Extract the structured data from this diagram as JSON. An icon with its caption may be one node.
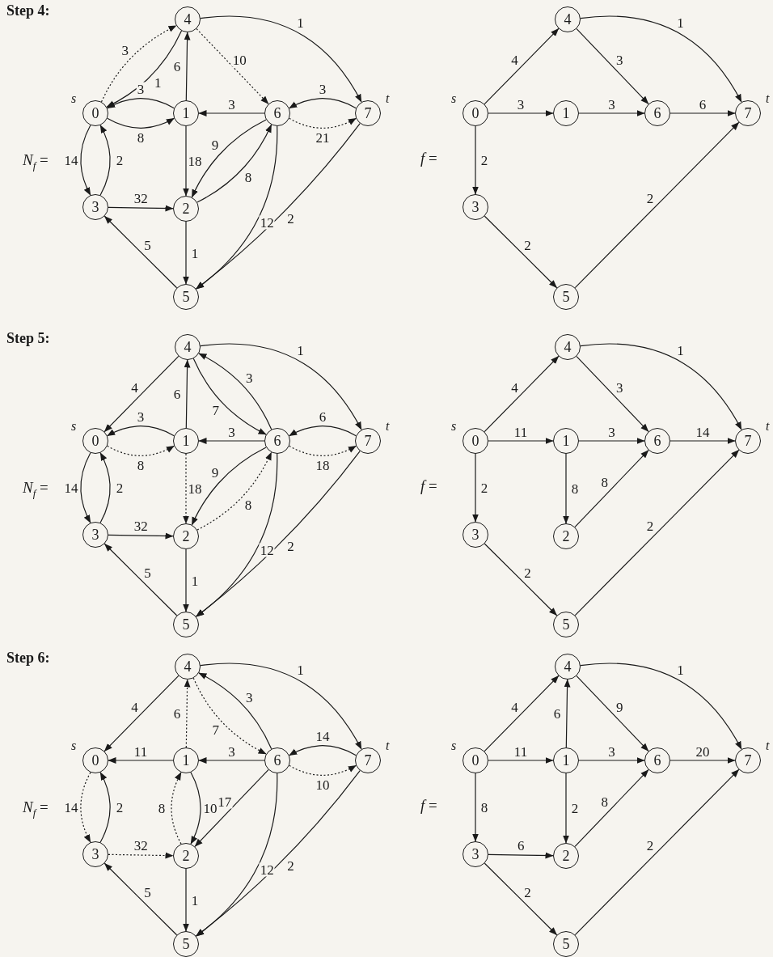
{
  "diagram": {
    "nodes": [
      {
        "text": [
          "4"
        ]
      },
      {
        "text": [
          "0"
        ],
        "beside": [
          "s"
        ]
      },
      {
        "text": [
          "1"
        ]
      },
      {
        "text": [
          "6"
        ]
      },
      {
        "text": [
          "7"
        ],
        "beside": [
          "t"
        ]
      },
      {
        "text": [
          "3"
        ]
      },
      {
        "text": [
          "2"
        ]
      },
      {
        "text": [
          "5"
        ]
      },
      {
        "text": [
          "4"
        ]
      },
      {
        "text": [
          "0"
        ],
        "beside": [
          "s"
        ]
      },
      {
        "text": [
          "1"
        ]
      },
      {
        "text": [
          "6"
        ]
      },
      {
        "text": [
          "7"
        ],
        "beside": [
          "t"
        ]
      },
      {
        "text": [
          "3"
        ]
      },
      {
        "text": [
          "5"
        ]
      },
      {
        "text": [
          "4"
        ]
      },
      {
        "text": [
          "0"
        ],
        "beside": [
          "s"
        ]
      },
      {
        "text": [
          "1"
        ]
      },
      {
        "text": [
          "6"
        ]
      },
      {
        "text": [
          "7"
        ],
        "beside": [
          "t"
        ]
      },
      {
        "text": [
          "3"
        ]
      },
      {
        "text": [
          "2"
        ]
      },
      {
        "text": [
          "5"
        ]
      },
      {
        "text": [
          "4"
        ]
      },
      {
        "text": [
          "0"
        ],
        "beside": [
          "s"
        ]
      },
      {
        "text": [
          "1"
        ]
      },
      {
        "text": [
          "6"
        ]
      },
      {
        "text": [
          "7"
        ],
        "beside": [
          "t"
        ]
      },
      {
        "text": [
          "3"
        ]
      },
      {
        "text": [
          "2"
        ]
      },
      {
        "text": [
          "5"
        ]
      },
      {
        "text": [
          "4"
        ]
      },
      {
        "text": [
          "0"
        ],
        "beside": [
          "s"
        ]
      },
      {
        "text": [
          "1"
        ]
      },
      {
        "text": [
          "6"
        ]
      },
      {
        "text": [
          "7"
        ],
        "beside": [
          "t"
        ]
      },
      {
        "text": [
          "3"
        ]
      },
      {
        "text": [
          "2"
        ]
      },
      {
        "text": [
          "5"
        ]
      },
      {
        "text": [
          "4"
        ]
      },
      {
        "text": [
          "0"
        ],
        "beside": [
          "s"
        ]
      },
      {
        "text": [
          "1"
        ]
      },
      {
        "text": [
          "6"
        ]
      },
      {
        "text": [
          "7"
        ],
        "beside": [
          "t"
        ]
      },
      {
        "text": [
          "3"
        ]
      },
      {
        "text": [
          "2"
        ]
      },
      {
        "text": [
          "5"
        ]
      }
    ],
    "edges": [
      {
        "from": 0,
        "to": 4,
        "arrow": "to",
        "label": "1"
      },
      {
        "from": 1,
        "to": 0,
        "arrow": "to",
        "label": "3",
        "style": "dashed"
      },
      {
        "from": 0,
        "to": 1,
        "arrow": "to",
        "label": "1"
      },
      {
        "from": 2,
        "to": 0,
        "arrow": "to",
        "label": "6"
      },
      {
        "from": 0,
        "to": 3,
        "arrow": "to",
        "label": "10",
        "style": "dashed"
      },
      {
        "from": 2,
        "to": 1,
        "arrow": "to",
        "label": "3"
      },
      {
        "from": 1,
        "to": 2,
        "arrow": "to",
        "label": "8"
      },
      {
        "from": 3,
        "to": 2,
        "arrow": "to",
        "label": "3"
      },
      {
        "from": 4,
        "to": 3,
        "arrow": "to",
        "label": "3"
      },
      {
        "from": 3,
        "to": 4,
        "arrow": "to",
        "label": "21",
        "style": "dashed"
      },
      {
        "from": 1,
        "to": 5,
        "arrow": "to",
        "label": "14"
      },
      {
        "from": 5,
        "to": 1,
        "arrow": "to",
        "label": "2"
      },
      {
        "from": 2,
        "to": 6,
        "arrow": "to",
        "label": "18"
      },
      {
        "from": 3,
        "to": 6,
        "arrow": "to",
        "label": "9"
      },
      {
        "from": 6,
        "to": 3,
        "arrow": "to",
        "label": "8"
      },
      {
        "from": 5,
        "to": 6,
        "arrow": "to",
        "label": "32"
      },
      {
        "from": 6,
        "to": 7,
        "arrow": "to",
        "label": "1"
      },
      {
        "from": 7,
        "to": 5,
        "arrow": "to",
        "label": "5"
      },
      {
        "from": 3,
        "to": 7,
        "arrow": "to",
        "label": "12"
      },
      {
        "from": 4,
        "to": 7,
        "arrow": "to",
        "label": "2"
      },
      {
        "from": 8,
        "to": 12,
        "arrow": "to",
        "label": "1"
      },
      {
        "from": 9,
        "to": 8,
        "arrow": "to",
        "label": "4"
      },
      {
        "from": 8,
        "to": 11,
        "arrow": "to",
        "label": "3"
      },
      {
        "from": 9,
        "to": 10,
        "arrow": "to",
        "label": "3"
      },
      {
        "from": 10,
        "to": 11,
        "arrow": "to",
        "label": "3"
      },
      {
        "from": 11,
        "to": 12,
        "arrow": "to",
        "label": "6"
      },
      {
        "from": 9,
        "to": 13,
        "arrow": "to",
        "label": "2"
      },
      {
        "from": 13,
        "to": 14,
        "arrow": "to",
        "label": "2"
      },
      {
        "from": 14,
        "to": 12,
        "arrow": "to",
        "label": "2"
      },
      {
        "from": 15,
        "to": 19,
        "arrow": "to",
        "label": "1"
      },
      {
        "from": 15,
        "to": 16,
        "arrow": "to",
        "label": "4"
      },
      {
        "from": 17,
        "to": 15,
        "arrow": "to",
        "label": "6"
      },
      {
        "from": 15,
        "to": 18,
        "arrow": "to",
        "label": "7"
      },
      {
        "from": 18,
        "to": 15,
        "arrow": "to",
        "label": "3"
      },
      {
        "from": 17,
        "to": 16,
        "arrow": "to",
        "label": "3"
      },
      {
        "from": 16,
        "to": 17,
        "arrow": "to",
        "label": "8",
        "style": "dashed"
      },
      {
        "from": 18,
        "to": 17,
        "arrow": "to",
        "label": "3"
      },
      {
        "from": 19,
        "to": 18,
        "arrow": "to",
        "label": "6"
      },
      {
        "from": 18,
        "to": 19,
        "arrow": "to",
        "label": "18",
        "style": "dashed"
      },
      {
        "from": 16,
        "to": 20,
        "arrow": "to",
        "label": "14"
      },
      {
        "from": 20,
        "to": 16,
        "arrow": "to",
        "label": "2"
      },
      {
        "from": 17,
        "to": 21,
        "arrow": "to",
        "label": "18",
        "style": "dashed"
      },
      {
        "from": 18,
        "to": 21,
        "arrow": "to",
        "label": "9"
      },
      {
        "from": 21,
        "to": 18,
        "arrow": "to",
        "label": "8",
        "style": "dashed"
      },
      {
        "from": 20,
        "to": 21,
        "arrow": "to",
        "label": "32"
      },
      {
        "from": 21,
        "to": 22,
        "arrow": "to",
        "label": "1"
      },
      {
        "from": 22,
        "to": 20,
        "arrow": "to",
        "label": "5"
      },
      {
        "from": 18,
        "to": 22,
        "arrow": "to",
        "label": "12"
      },
      {
        "from": 19,
        "to": 22,
        "arrow": "to",
        "label": "2"
      },
      {
        "from": 23,
        "to": 27,
        "arrow": "to",
        "label": "1"
      },
      {
        "from": 24,
        "to": 23,
        "arrow": "to",
        "label": "4"
      },
      {
        "from": 23,
        "to": 26,
        "arrow": "to",
        "label": "3"
      },
      {
        "from": 24,
        "to": 25,
        "arrow": "to",
        "label": "11"
      },
      {
        "from": 25,
        "to": 26,
        "arrow": "to",
        "label": "3"
      },
      {
        "from": 26,
        "to": 27,
        "arrow": "to",
        "label": "14"
      },
      {
        "from": 24,
        "to": 28,
        "arrow": "to",
        "label": "2"
      },
      {
        "from": 25,
        "to": 29,
        "arrow": "to",
        "label": "8"
      },
      {
        "from": 29,
        "to": 26,
        "arrow": "to",
        "label": "8"
      },
      {
        "from": 28,
        "to": 30,
        "arrow": "to",
        "label": "2"
      },
      {
        "from": 30,
        "to": 27,
        "arrow": "to",
        "label": "2"
      },
      {
        "from": 31,
        "to": 35,
        "arrow": "to",
        "label": "1"
      },
      {
        "from": 31,
        "to": 32,
        "arrow": "to",
        "label": "4"
      },
      {
        "from": 33,
        "to": 31,
        "arrow": "to",
        "label": "6",
        "style": "dashed"
      },
      {
        "from": 31,
        "to": 34,
        "arrow": "to",
        "label": "7",
        "style": "dashed"
      },
      {
        "from": 34,
        "to": 31,
        "arrow": "to",
        "label": "3"
      },
      {
        "from": 33,
        "to": 32,
        "arrow": "to",
        "label": "11"
      },
      {
        "from": 34,
        "to": 33,
        "arrow": "to",
        "label": "3"
      },
      {
        "from": 35,
        "to": 34,
        "arrow": "to",
        "label": "14"
      },
      {
        "from": 34,
        "to": 35,
        "arrow": "to",
        "label": "10",
        "style": "dashed"
      },
      {
        "from": 32,
        "to": 36,
        "arrow": "to",
        "label": "14",
        "style": "dashed"
      },
      {
        "from": 36,
        "to": 32,
        "arrow": "to",
        "label": "2"
      },
      {
        "from": 37,
        "to": 33,
        "arrow": "to",
        "label": "8",
        "style": "dashed"
      },
      {
        "from": 33,
        "to": 37,
        "arrow": "to",
        "label": "10"
      },
      {
        "from": 34,
        "to": 37,
        "arrow": "to",
        "label": "17"
      },
      {
        "from": 36,
        "to": 37,
        "arrow": "to",
        "label": "32",
        "style": "dashed"
      },
      {
        "from": 37,
        "to": 38,
        "arrow": "to",
        "label": "1"
      },
      {
        "from": 38,
        "to": 36,
        "arrow": "to",
        "label": "5"
      },
      {
        "from": 34,
        "to": 38,
        "arrow": "to",
        "label": "12"
      },
      {
        "from": 35,
        "to": 38,
        "arrow": "to",
        "label": "2"
      },
      {
        "from": 39,
        "to": 43,
        "arrow": "to",
        "label": "1"
      },
      {
        "from": 40,
        "to": 39,
        "arrow": "to",
        "label": "4"
      },
      {
        "from": 41,
        "to": 39,
        "arrow": "to",
        "label": "6"
      },
      {
        "from": 39,
        "to": 42,
        "arrow": "to",
        "label": "9"
      },
      {
        "from": 40,
        "to": 41,
        "arrow": "to",
        "label": "11"
      },
      {
        "from": 41,
        "to": 42,
        "arrow": "to",
        "label": "3"
      },
      {
        "from": 42,
        "to": 43,
        "arrow": "to",
        "label": "20"
      },
      {
        "from": 40,
        "to": 44,
        "arrow": "to",
        "label": "8"
      },
      {
        "from": 41,
        "to": 45,
        "arrow": "to",
        "label": "2"
      },
      {
        "from": 44,
        "to": 45,
        "arrow": "to",
        "label": "6"
      },
      {
        "from": 45,
        "to": 42,
        "arrow": "to",
        "label": "8"
      },
      {
        "from": 44,
        "to": 46,
        "arrow": "to",
        "label": "2"
      },
      {
        "from": 46,
        "to": 43,
        "arrow": "to",
        "label": "2"
      }
    ],
    "labels": [
      "Step 4:",
      "*N*$_{f}$ =",
      "*f* =",
      "Step 5:",
      "*N*$_{f}$ =",
      "*f* =",
      "Step 6:",
      "*N*$_{f}$ =",
      "*f* ="
    ]
  }
}
